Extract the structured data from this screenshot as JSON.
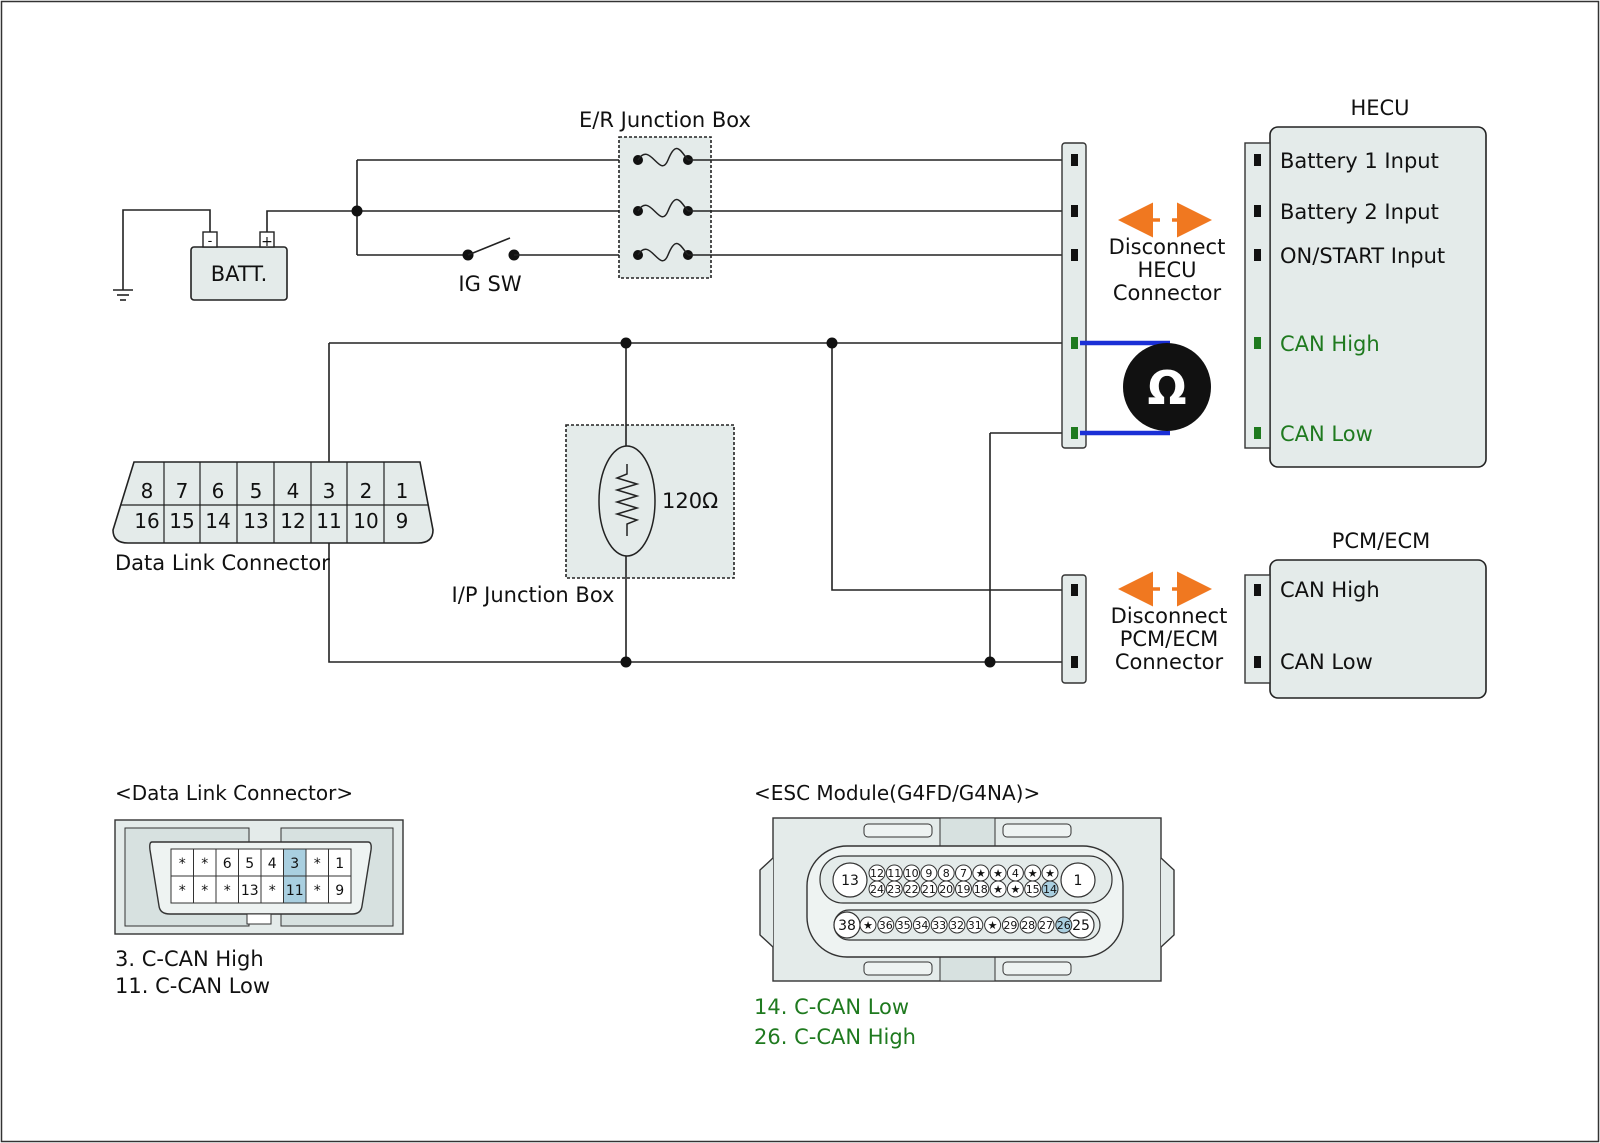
{
  "labels": {
    "er_junction_box": "E/R Junction Box",
    "hecu": "HECU",
    "batt": "BATT.",
    "batt_minus": "-",
    "batt_plus": "+",
    "ig_sw": "IG SW",
    "disconnect_hecu": [
      "Disconnect",
      "HECU",
      "Connector"
    ],
    "disconnect_pcm": [
      "Disconnect",
      "PCM/ECM",
      "Connector"
    ],
    "ohm_symbol": "Ω",
    "resistor_value": "120Ω",
    "ip_junction_box": "I/P Junction Box",
    "data_link_connector": "Data Link Connector",
    "pcm_ecm": "PCM/ECM"
  },
  "hecu_pins": [
    {
      "label": "Battery 1 Input",
      "color": "#111111"
    },
    {
      "label": "Battery 2 Input",
      "color": "#111111"
    },
    {
      "label": "ON/START Input",
      "color": "#111111"
    },
    {
      "label": "CAN High",
      "color": "#1f7a1f"
    },
    {
      "label": "CAN Low",
      "color": "#1f7a1f"
    }
  ],
  "pcm_pins": [
    {
      "label": "CAN High"
    },
    {
      "label": "CAN Low"
    }
  ],
  "dlc_top_row": [
    "8",
    "7",
    "6",
    "5",
    "4",
    "3",
    "2",
    "1"
  ],
  "dlc_bottom_row": [
    "16",
    "15",
    "14",
    "13",
    "12",
    "11",
    "10",
    "9"
  ],
  "dlc_detail": {
    "title": "<Data Link Connector>",
    "top_row": [
      "*",
      "*",
      "6",
      "5",
      "4",
      "3",
      "*",
      "1"
    ],
    "bottom_row": [
      "*",
      "*",
      "*",
      "13",
      "*",
      "11",
      "*",
      "9"
    ],
    "highlighted": [
      "3",
      "11"
    ],
    "notes": [
      "3. C-CAN High",
      "11. C-CAN Low"
    ]
  },
  "esc_detail": {
    "title": "<ESC Module(G4FD/G4NA)>",
    "big_left_top": "13",
    "big_right_top": "1",
    "row1": [
      "12",
      "11",
      "10",
      "9",
      "8",
      "7",
      "★",
      "★",
      "4",
      "★",
      "★"
    ],
    "row2": [
      "24",
      "23",
      "22",
      "21",
      "20",
      "19",
      "18",
      "★",
      "★",
      "15",
      "14"
    ],
    "big_left_bottom": "38",
    "big_right_bottom": "25",
    "row3": [
      "★",
      "36",
      "35",
      "34",
      "33",
      "32",
      "31",
      "★",
      "29",
      "28",
      "27",
      "26"
    ],
    "highlighted": [
      "14",
      "26"
    ],
    "notes": [
      "14. C-CAN Low",
      "26. C-CAN High"
    ]
  },
  "colors": {
    "background": "#ffffff",
    "box_fill": "#e4ebea",
    "can_pin_green": "#1f7a1f",
    "meter_lead_blue": "#1a2fd6",
    "arrow_orange": "#f07820",
    "highlight_pin": "#a9cfe0"
  }
}
